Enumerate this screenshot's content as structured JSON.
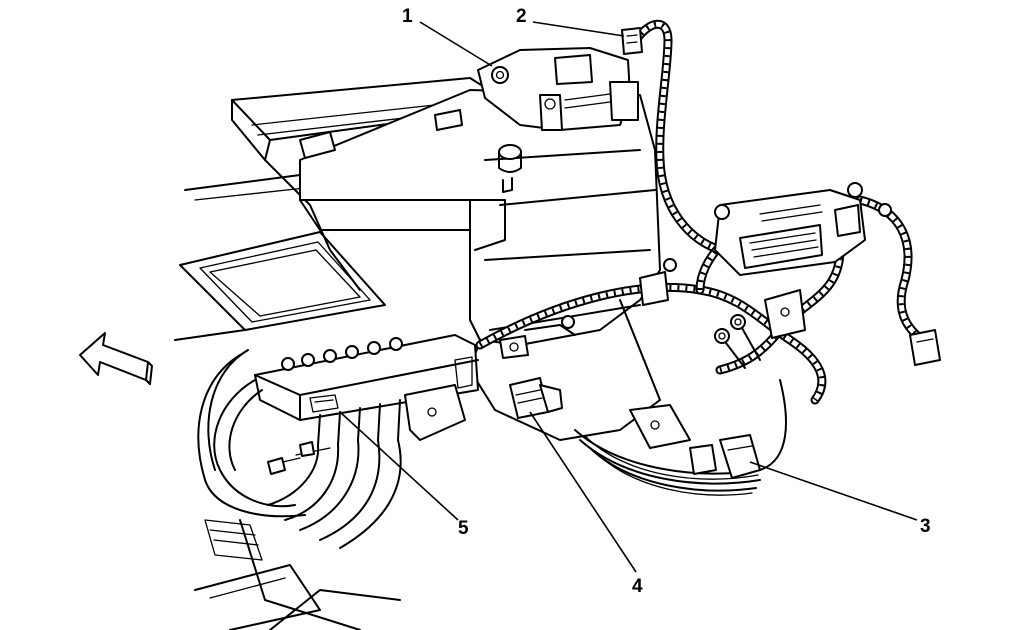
{
  "callouts": [
    {
      "id": "1",
      "label": "1"
    },
    {
      "id": "2",
      "label": "2"
    },
    {
      "id": "3",
      "label": "3"
    },
    {
      "id": "4",
      "label": "4"
    },
    {
      "id": "5",
      "label": "5"
    }
  ],
  "icons": {
    "direction_arrow": "forward-arrow-icon"
  }
}
